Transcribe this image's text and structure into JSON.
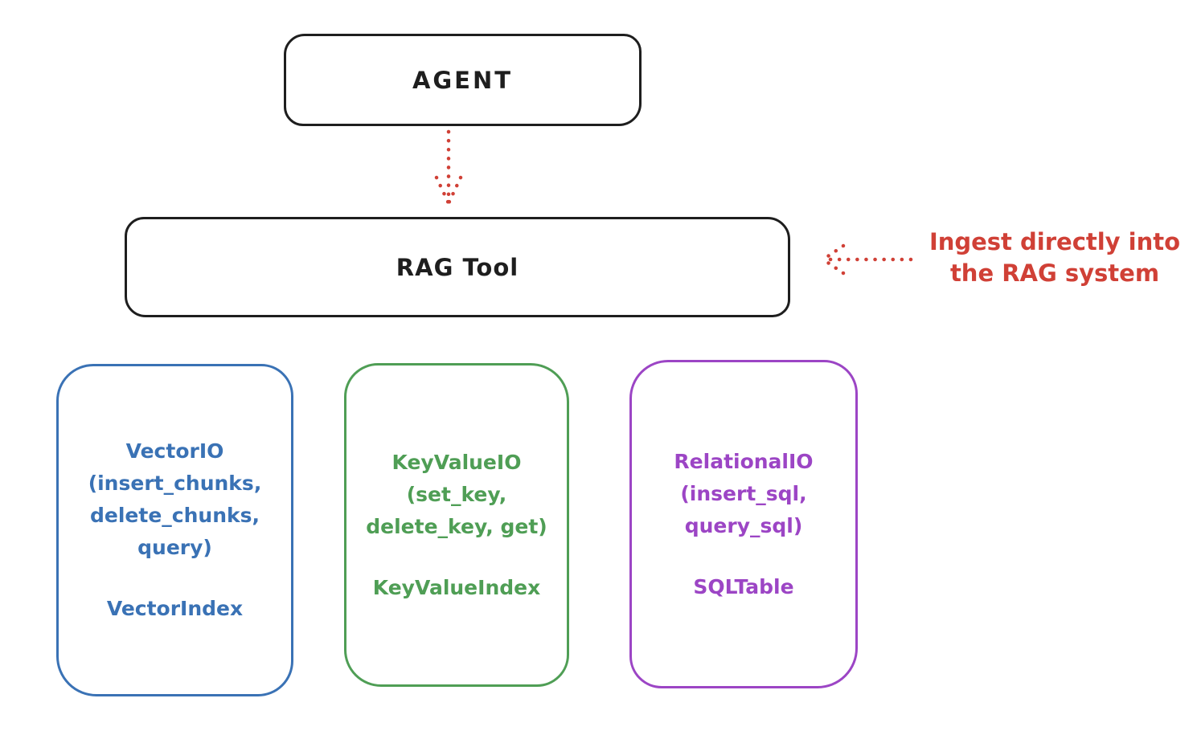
{
  "diagram": {
    "agent_box": {
      "label": "AGENT"
    },
    "rag_tool_box": {
      "label": "RAG Tool"
    },
    "annotation": {
      "line1": "Ingest directly into",
      "line2": "the RAG system"
    },
    "backends": [
      {
        "id": "vector-io",
        "lines": [
          "VectorIO",
          "(insert_chunks,",
          "delete_chunks,",
          "query)"
        ],
        "index_label": "VectorIndex",
        "color": "#3a72b5"
      },
      {
        "id": "keyvalue-io",
        "lines": [
          "KeyValueIO",
          "(set_key,",
          "delete_key, get)"
        ],
        "index_label": "KeyValueIndex",
        "color": "#4f9e55"
      },
      {
        "id": "relational-io",
        "lines": [
          "RelationalIO",
          "(insert_sql,",
          "query_sql)"
        ],
        "index_label": "SQLTable",
        "color": "#9c45c5"
      }
    ],
    "colors": {
      "stroke_black": "#1e1e1e",
      "arrow_red": "#d04036",
      "background": "#ffffff"
    }
  }
}
